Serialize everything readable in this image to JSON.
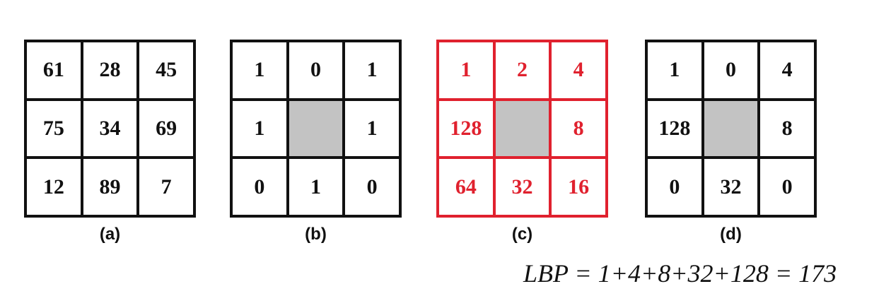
{
  "panels": [
    {
      "caption": "(a)",
      "cells": [
        "61",
        "28",
        "45",
        "75",
        "34",
        "69",
        "12",
        "89",
        "7"
      ]
    },
    {
      "caption": "(b)",
      "cells": [
        "1",
        "0",
        "1",
        "1",
        "",
        "1",
        "0",
        "1",
        "0"
      ]
    },
    {
      "caption": "(c)",
      "cells": [
        "1",
        "2",
        "4",
        "128",
        "",
        "8",
        "64",
        "32",
        "16"
      ]
    },
    {
      "caption": "(d)",
      "cells": [
        "1",
        "0",
        "4",
        "128",
        "",
        "8",
        "0",
        "32",
        "0"
      ]
    }
  ],
  "formula": "LBP = 1+4+8+32+128 = 173",
  "colors": {
    "weights_panel": "#e0212e",
    "center_cell": "#c3c3c3",
    "text": "#111111"
  }
}
